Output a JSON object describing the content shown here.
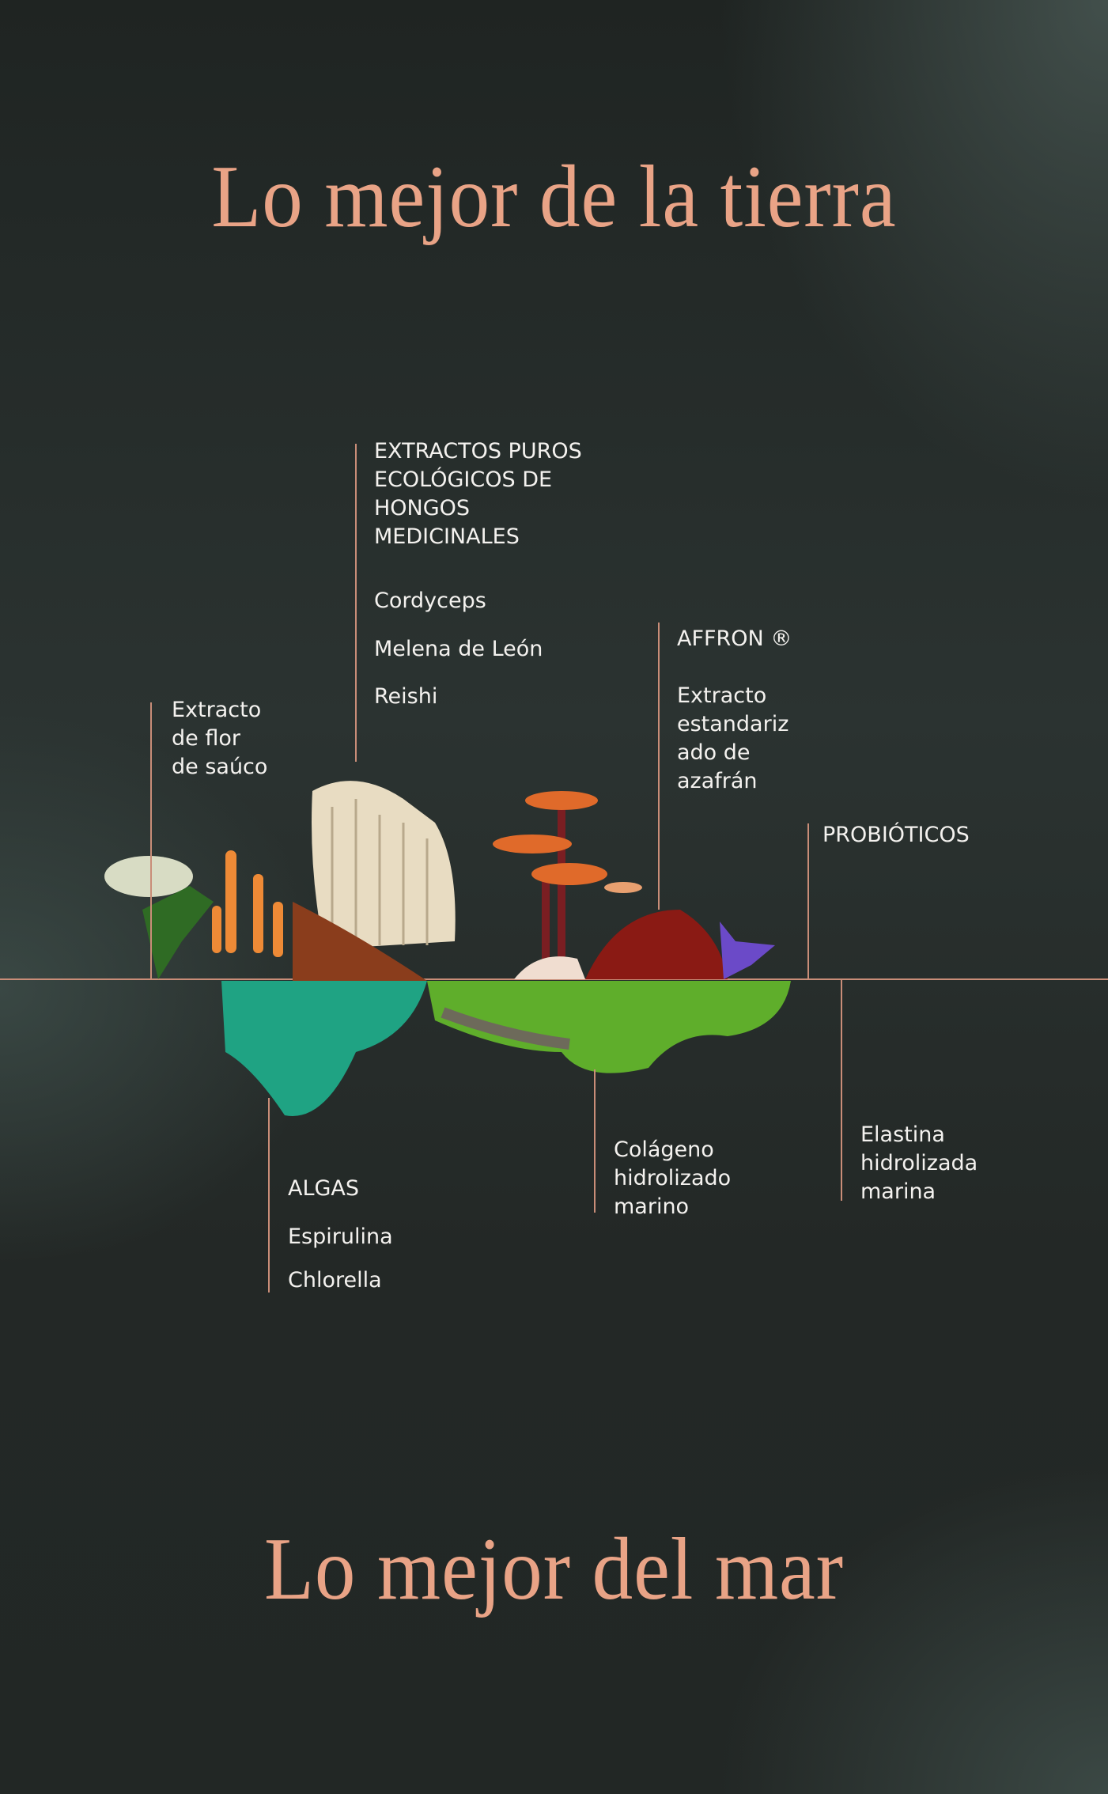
{
  "titles": {
    "top": "Lo mejor de la tierra",
    "bottom": "Lo mejor del mar"
  },
  "earth": {
    "sauco": [
      "Extracto",
      "de flor",
      "de saúco"
    ],
    "hongos": {
      "heading": [
        "EXTRACTOS PUROS",
        "ECOLÓGICOS DE",
        "HONGOS",
        "MEDICINALES"
      ],
      "items": [
        "Cordyceps",
        "Melena de León",
        "Reishi"
      ]
    },
    "affron": {
      "heading": "AFFRON ®",
      "desc": [
        "Extracto",
        "estandariz",
        "ado de",
        "azafrán"
      ]
    },
    "probioticos": "PROBIÓTICOS"
  },
  "sea": {
    "algas": {
      "heading": "ALGAS",
      "items": [
        "Espirulina",
        "Chlorella"
      ]
    },
    "colageno": [
      "Colágeno",
      "hidrolizado",
      "marino"
    ],
    "elastina": [
      "Elastina",
      "hidrolizada",
      "marina"
    ]
  },
  "colors": {
    "accent": "#e9a386",
    "line": "#c98d78"
  }
}
